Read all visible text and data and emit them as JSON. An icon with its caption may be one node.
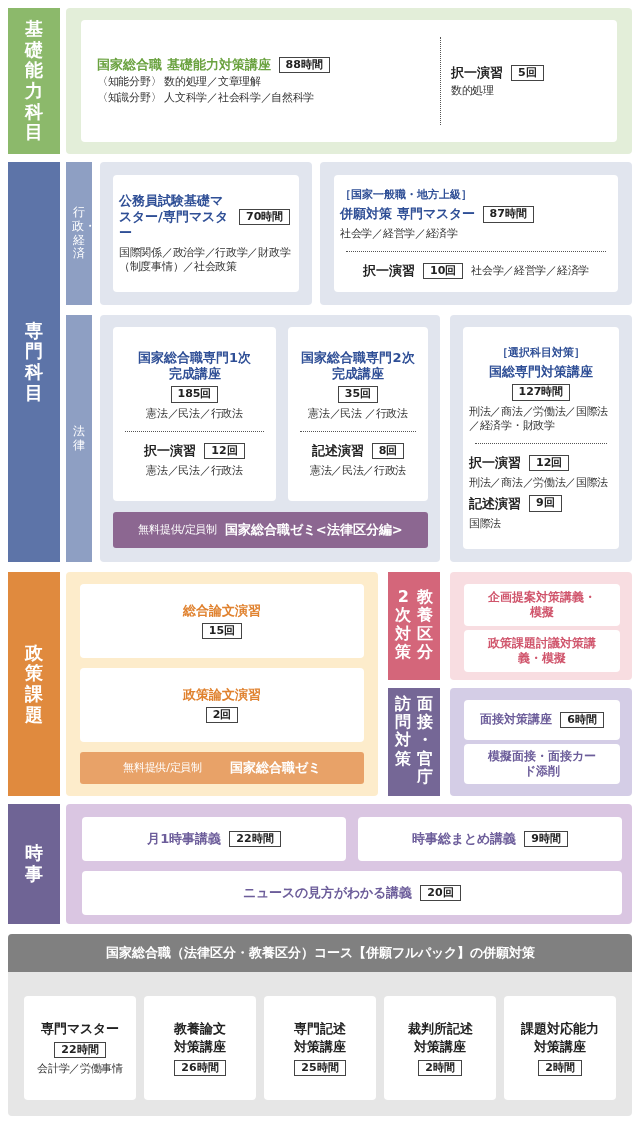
{
  "diagram": {
    "nodes": [
      {
        "text": [
          "基礎能力科目"
        ]
      },
      {
        "text": [],
        "shape": "box"
      },
      {
        "text": [
          "国家総合職 基礎能力対策講座",
          "88時間",
          "〈知能分野〉 数的処理／文章理解",
          "〈知識分野〉 人文科学／社会科学／自然科学",
          "択一演習",
          "5回",
          "数的処理"
        ],
        "in": 1
      },
      {
        "text": [
          "専門科目"
        ]
      },
      {
        "text": [
          "行政・経済"
        ]
      },
      {
        "text": [],
        "shape": "box"
      },
      {
        "text": [
          "公務員試験基礎マスター/専門マスター",
          "70時間",
          "国際関係／政治学／行政学／財政学（制度事情）／社会政策"
        ],
        "in": 5
      },
      {
        "text": [],
        "shape": "box"
      },
      {
        "text": [
          "［国家一般職・地方上級］",
          "併願対策 専門マスター",
          "87時間",
          "社会学／経営学／経済学",
          "択一演習",
          "10回",
          "社会学／経営学／経済学"
        ],
        "in": 7
      },
      {
        "text": [
          "法律"
        ]
      },
      {
        "text": [],
        "shape": "box"
      },
      {
        "text": [
          "国家総合職専門1次完成講座",
          "185回",
          "憲法／民法／行政法",
          "択一演習",
          "12回",
          "憲法／民法／行政法"
        ],
        "in": 10
      },
      {
        "text": [
          "国家総合職専門2次完成講座",
          "35回",
          "憲法／民法 ／行政法",
          "記述演習",
          "8回",
          "憲法／民法／行政法"
        ],
        "in": 10
      },
      {
        "text": [
          "無料提供/定員制",
          "国家総合職ゼミ<法律区分編>"
        ],
        "in": 10
      },
      {
        "text": [],
        "shape": "box"
      },
      {
        "text": [
          "［選択科目対策］",
          "国総専門対策講座",
          "127時間",
          "刑法／商法／労働法／国際法／経済学・財政学",
          "択一演習",
          "12回",
          "刑法／商法／労働法／国際法",
          "記述演習",
          "9回",
          "国際法"
        ],
        "in": 14
      },
      {
        "text": [
          "政策課題"
        ]
      },
      {
        "text": [],
        "shape": "box"
      },
      {
        "text": [
          "総合論文演習",
          "15回"
        ],
        "in": 17
      },
      {
        "text": [
          "政策論文演習",
          "2回"
        ],
        "in": 17
      },
      {
        "text": [
          "無料提供/定員制",
          "国家総合職ゼミ"
        ],
        "in": 17
      },
      {
        "text": [
          "教養区分2次対策"
        ]
      },
      {
        "text": [],
        "shape": "box"
      },
      {
        "text": [
          "企画提案対策講義・模擬"
        ],
        "in": 22
      },
      {
        "text": [
          "政策課題討議対策講義・模擬"
        ],
        "in": 22
      },
      {
        "text": [
          "面接・官庁訪問対策"
        ]
      },
      {
        "text": [],
        "shape": "box"
      },
      {
        "text": [
          "面接対策講座",
          "6時間"
        ],
        "in": 26
      },
      {
        "text": [
          "模擬面接・面接カード添削"
        ],
        "in": 26
      },
      {
        "text": [
          "時事"
        ]
      },
      {
        "text": [],
        "shape": "box"
      },
      {
        "text": [
          "月1時事講義",
          "22時間"
        ],
        "in": 30
      },
      {
        "text": [
          "時事総まとめ講義",
          "9時間"
        ],
        "in": 30
      },
      {
        "text": [
          "ニュースの見方がわかる講義",
          "20回"
        ],
        "in": 30
      },
      {
        "text": [
          "国家総合職（法律区分・教養区分）コース【併願フルパック】の併願対策"
        ]
      },
      {
        "text": [
          "専門マスター",
          "22時間",
          "会計学／労働事情"
        ],
        "in": 34
      },
      {
        "text": [
          "教養論文対策講座",
          "26時間"
        ],
        "in": 34
      },
      {
        "text": [
          "専門記述対策講座",
          "25時間"
        ],
        "in": 34
      },
      {
        "text": [
          "裁判所記述対策講座",
          "2時間"
        ],
        "in": 34
      },
      {
        "text": [
          "課題対応能力対策講座",
          "2時間"
        ],
        "in": 34
      }
    ]
  }
}
